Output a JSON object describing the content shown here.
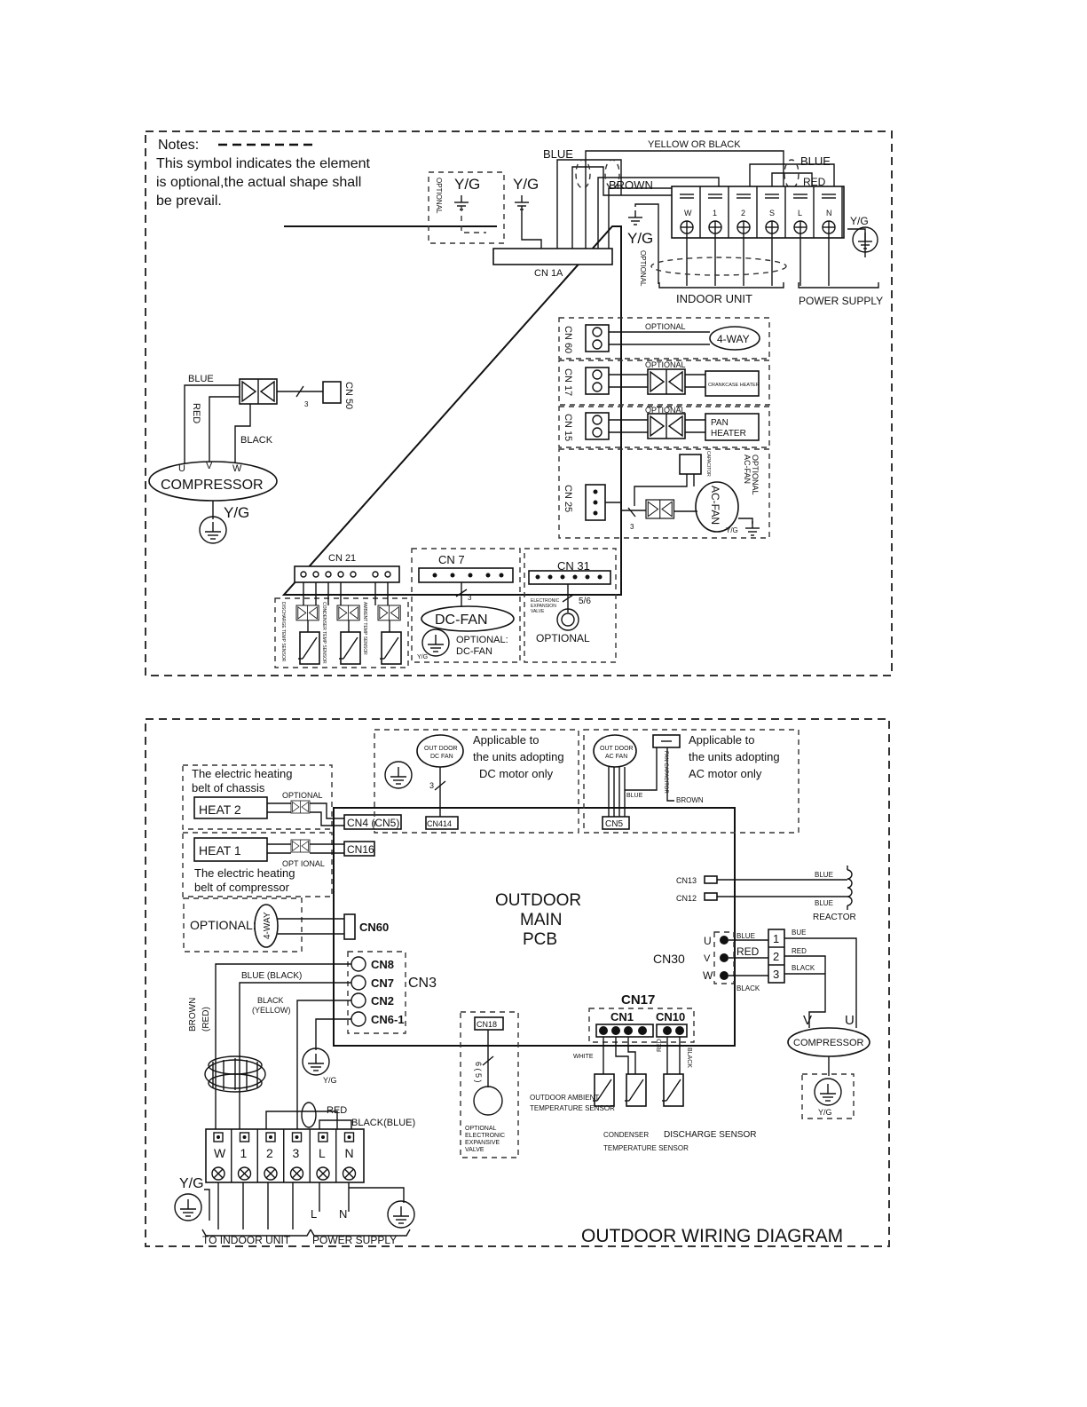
{
  "top": {
    "notes_title": "Notes:",
    "notes_line1": "This symbol indicates the element",
    "notes_line2": "is  optional,the actual shape shall",
    "notes_line3": "be prevail.",
    "optional": "OPTIONAL",
    "yg": "Y/G",
    "blue": "BLUE",
    "brown": "BROWN",
    "yellow_or_black": "YELLOW OR BLACK",
    "red": "RED",
    "black": "BLACK",
    "cn1a": "CN 1A",
    "terminals": [
      "W",
      "1",
      "2",
      "S",
      "L",
      "N"
    ],
    "indoor_unit": "INDOOR  UNIT",
    "power_supply": "POWER  SUPPLY",
    "cn60": "CN 60",
    "cn17": "CN 17",
    "cn15": "CN 15",
    "cn25": "CN 25",
    "cn50": "CN 50",
    "four_way": "4-WAY",
    "crankcase_heater": "CRANKCASE HEATER",
    "pan": "PAN",
    "heater": "HEATER",
    "capacitor": "CAPACITOR",
    "ac_fan": "AC-FAN",
    "optional_ac_fan_1": "OPTIONAL",
    "optional_ac_fan_2": "AC-FAN",
    "compressor": "COMPRESSOR",
    "uvw": [
      "U",
      "V",
      "W"
    ],
    "three": "3",
    "cn21": "CN 21",
    "cn7": "CN 7",
    "cn31": "CN 31",
    "dc_fan": "DC-FAN",
    "optional_dc_fan_1": "OPTIONAL:",
    "optional_dc_fan_2": "DC-FAN",
    "five_six": "5/6",
    "exp_valve_1": "ELECTRONIC",
    "exp_valve_2": "EXPANSION",
    "exp_valve_3": "VALVE",
    "optional_caps": "OPTIONAL",
    "sensor1": "DISCHARGE TEMP SENSOR",
    "sensor2": "CONDENSER TEMP SENSOR",
    "sensor3": "AMBIENT TEMP SENSOR"
  },
  "bottom": {
    "heat_belt_chassis_1": "The electric heating",
    "heat_belt_chassis_2": "belt of chassis",
    "heat2": "HEAT  2",
    "heat1": "HEAT  1",
    "optional": "OPTIONAL",
    "opt_ional": "OPT IONAL",
    "heat_belt_comp_1": "The electric heating",
    "heat_belt_comp_2": "belt of compressor",
    "optional_colon": "OPTIONAL:",
    "four_way": "4-WAY",
    "cn4": "CN4 (CN5)",
    "cn16": "CN16",
    "cn60": "CN60",
    "cn414": "CN414",
    "cn5": "CN5",
    "dc_fan_1": "OUT DOOR",
    "dc_fan_2": "DC FAN",
    "applicable_dc_1": "Applicable to",
    "applicable_dc_2": "the units adopting",
    "applicable_dc_3": "DC motor only",
    "ac_fan_1": "OUT DOOR",
    "ac_fan_2": "AC FAN",
    "fan_capacitor": "FAN CAPACITOR",
    "applicable_ac_1": "Applicable to",
    "applicable_ac_2": "the units adopting",
    "applicable_ac_3": "AC motor only",
    "blue": "BLUE",
    "brown": "BROWN",
    "pcb_1": "OUTDOOR",
    "pcb_2": "MAIN",
    "pcb_3": "PCB",
    "cn13": "CN13",
    "cn12": "CN12",
    "reactor": "REACTOR",
    "cn30": "CN30",
    "uvw": [
      "U",
      "V",
      "W"
    ],
    "red": "RED",
    "black": "BLACK",
    "bue": "BUE",
    "nums": [
      "1",
      "2",
      "3"
    ],
    "compressor": "COMPRESSOR",
    "v": "V",
    "u": "U",
    "yg": "Y/G",
    "cn8": "CN8",
    "cn7": "CN7",
    "cn2": "CN2",
    "cn6_1": "CN6-1",
    "cn3": "CN3",
    "blue_black": "BLUE  (BLACK)",
    "black_yellow_1": "BLACK",
    "black_yellow_2": "(YELLOW)",
    "brown_red_1": "BROWN",
    "brown_red_2": "(RED)",
    "black_blue": "BLACK(BLUE)",
    "terminals": [
      "W",
      "1",
      "2",
      "3",
      "L",
      "N"
    ],
    "l": "L",
    "n": "N",
    "to_indoor_unit": "TO  INDOOR  UNIT",
    "power_supply": "POWER  SUPPLY",
    "cn18": "CN18",
    "six_five": "6 ( 5 )",
    "opt_valve_1": "OPTIONAL",
    "opt_valve_2": "ELECTRONIC",
    "opt_valve_3": "EXPANSIVE",
    "opt_valve_4": "VALVE",
    "cn17": "CN17",
    "cn1": "CN1",
    "cn10": "CN10",
    "white": "WHITE",
    "outdoor_ambient_1": "OUTDOOR AMBIENT",
    "outdoor_ambient_2": "TEMPERATURE SENSOR",
    "condenser_1": "CONDENSER",
    "condenser_2": "TEMPERATURE  SENSOR",
    "discharge_sensor": "DISCHARGE  SENSOR",
    "title": "OUTDOOR  WIRING  DIAGRAM"
  }
}
